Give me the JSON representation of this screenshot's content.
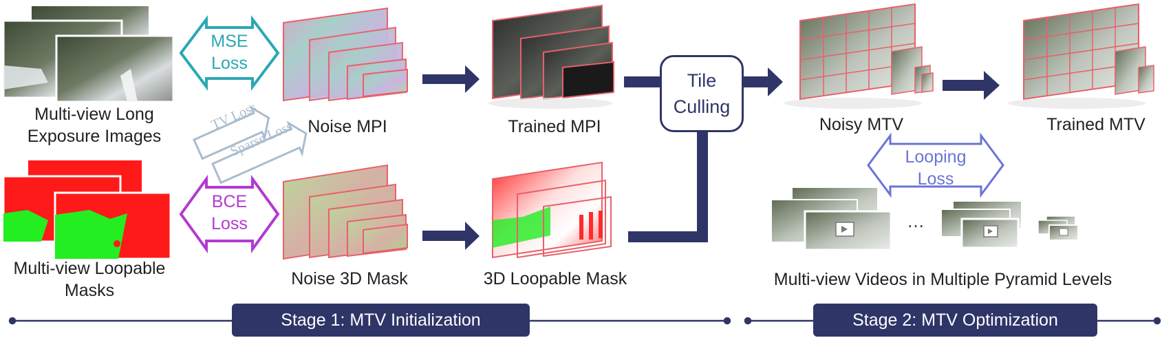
{
  "labels": {
    "long_exposure": [
      "Multi-view Long",
      "Exposure Images"
    ],
    "loopable_masks": [
      "Multi-view Loopable",
      "Masks"
    ],
    "noise_mpi": "Noise MPI",
    "trained_mpi": "Trained MPI",
    "noise_3d_mask": "Noise 3D Mask",
    "loopable_3d_mask": "3D Loopable Mask",
    "noisy_mtv": "Noisy MTV",
    "trained_mtv": "Trained MTV",
    "pyramid_videos": "Multi-view Videos in Multiple Pyramid Levels",
    "ellipsis": "…"
  },
  "losses": {
    "mse": [
      "MSE",
      "Loss"
    ],
    "bce": [
      "BCE",
      "Loss"
    ],
    "tv": "TV Loss",
    "sparse": "Sparse Loss",
    "looping": [
      "Looping",
      "Loss"
    ]
  },
  "tile_culling": [
    "Tile",
    "Culling"
  ],
  "stages": {
    "stage1": "Stage 1:  MTV Initialization",
    "stage2": "Stage 2: MTV Optimization"
  },
  "colors": {
    "arrow": "#2f3567",
    "mse": "#2aa8b4",
    "bce": "#b23ad0",
    "looping": "#6b73d6",
    "tv_sparse": "#a9bccd",
    "mask_red": "#ff1a1a",
    "mask_green": "#22ee22"
  }
}
